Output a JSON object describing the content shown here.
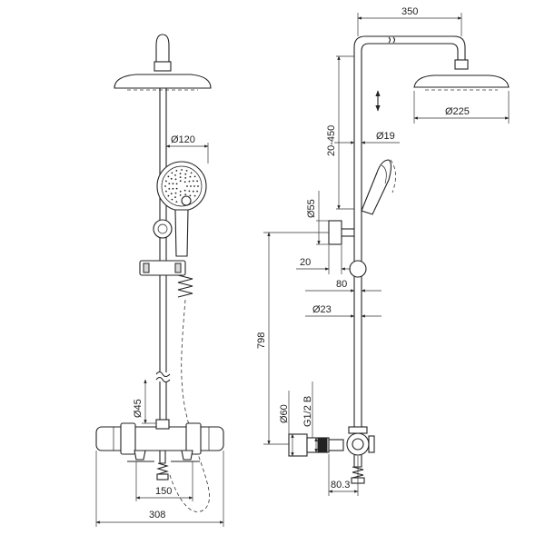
{
  "front_view": {
    "dim_head_to_handle": "Ø120",
    "dim_rail_diameter": "Ø45",
    "dim_inlet_spacing": "150",
    "dim_overall_width": "308"
  },
  "side_view": {
    "dim_arm_reach": "350",
    "dim_overhead_diameter": "Ø225",
    "dim_height_adjust": "20-450",
    "dim_riser_diameter": "Ø19",
    "dim_holder_diameter": "Ø55",
    "dim_holder_offset": "20",
    "dim_slider_offset": "80",
    "dim_rail_diameter": "Ø23",
    "dim_total_height": "798",
    "dim_escutcheon_diameter": "Ø60",
    "dim_thread": "G1/2 B",
    "dim_wall_to_centre": "80.3"
  }
}
